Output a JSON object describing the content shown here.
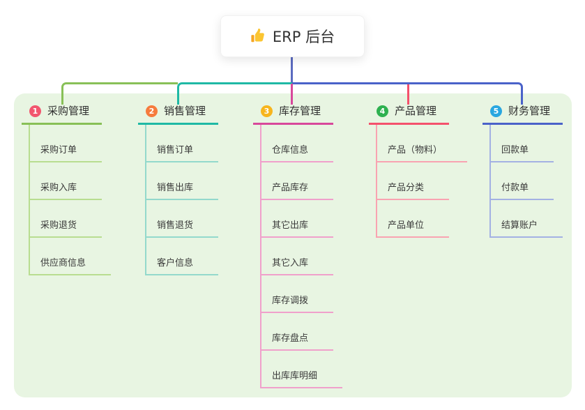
{
  "root": {
    "label": "ERP 后台",
    "icon": "thumbs-up-icon"
  },
  "canvas": {
    "background": "#e8f5e2"
  },
  "connectors": {
    "root_stem_color": "#5b6bc0"
  },
  "branches": [
    {
      "index": "1",
      "label": "采购管理",
      "color": "#88c057",
      "light_color": "#b8dd90",
      "badge_color": "#f2566e",
      "children": [
        "采购订单",
        "采购入库",
        "采购退货",
        "供应商信息"
      ]
    },
    {
      "index": "2",
      "label": "销售管理",
      "color": "#1fb9a5",
      "light_color": "#93d9cc",
      "badge_color": "#f67b3d",
      "children": [
        "销售订单",
        "销售出库",
        "销售退货",
        "客户信息"
      ]
    },
    {
      "index": "3",
      "label": "库存管理",
      "color": "#d8489b",
      "light_color": "#f0a0cb",
      "badge_color": "#f7b51d",
      "children": [
        "仓库信息",
        "产品库存",
        "其它出库",
        "其它入库",
        "库存调拨",
        "库存盘点",
        "出库库明细"
      ]
    },
    {
      "index": "4",
      "label": "产品管理",
      "color": "#f4516c",
      "light_color": "#f9a3b1",
      "badge_color": "#2eb150",
      "children": [
        "产品（物料）",
        "产品分类",
        "产品单位"
      ]
    },
    {
      "index": "5",
      "label": "财务管理",
      "color": "#4a62c9",
      "light_color": "#a3b1e3",
      "badge_color": "#29a7e0",
      "children": [
        "回款单",
        "付款单",
        "结算账户"
      ]
    }
  ]
}
